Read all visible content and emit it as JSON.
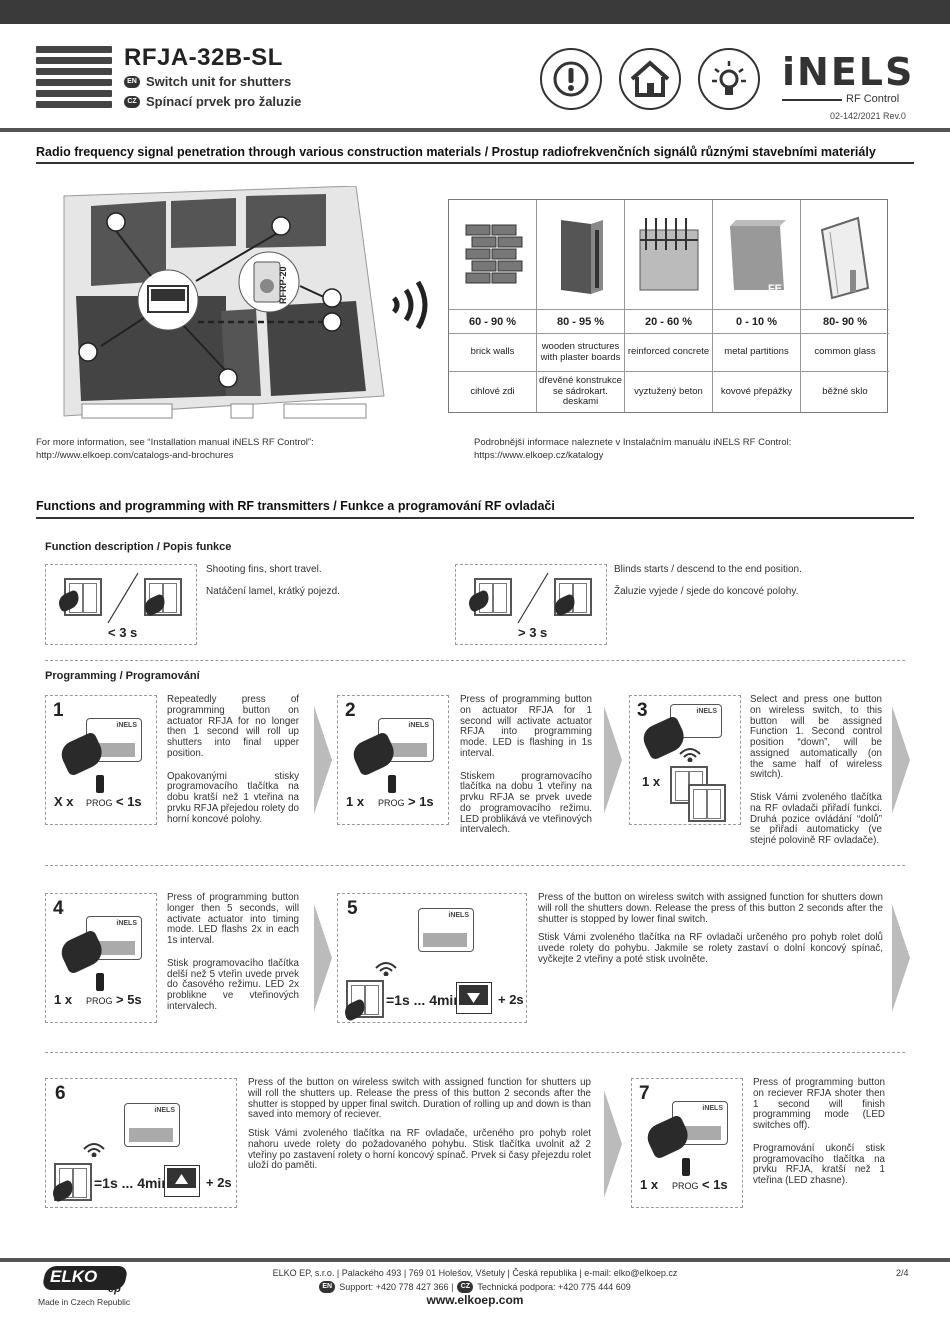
{
  "header": {
    "model": "RFJA-32B-SL",
    "lang_en": "EN",
    "lang_cz": "CZ",
    "subtitle_en": "Switch unit for shutters",
    "subtitle_cz": "Spínací prvek pro žaluzie",
    "brand": "iNELS",
    "brand_sub": "RF Control",
    "doc_ref": "02-142/2021 Rev.0",
    "icons": [
      "warning-icon",
      "home-icon",
      "bulb-icon"
    ]
  },
  "rf_section": {
    "title": "Radio frequency signal penetration through various construction materials / Prostup radiofrekvenčních signálů různými stavebními materiály",
    "repeater_label": "RFRP-20",
    "materials": [
      {
        "pct": "60 - 90 %",
        "en": "brick walls",
        "cz": "cihlové zdi",
        "icon": "brick-icon"
      },
      {
        "pct": "80 - 95 %",
        "en": "wooden structures with plaster boards",
        "cz": "dřevěné konstrukce se sádrokart. deskami",
        "icon": "plasterboard-icon"
      },
      {
        "pct": "20 - 60 %",
        "en": "reinforced concrete",
        "cz": "vyztužený beton",
        "icon": "concrete-icon"
      },
      {
        "pct": "0 - 10 %",
        "en": "metal partitions",
        "cz": "kovové přepážky",
        "icon": "metal-icon",
        "badge": "FE"
      },
      {
        "pct": "80- 90 %",
        "en": "common glass",
        "cz": "běžné sklo",
        "icon": "glass-icon"
      }
    ],
    "info_en_1": "For more information, see “Installation manual iNELS RF Control”:",
    "info_en_2": "http://www.elkoep.com/catalogs-and-brochures",
    "info_cz_1": "Podrobnější informace naleznete v Instalačním manuálu iNELS RF Control:",
    "info_cz_2": "https://www.elkoep.cz/katalogy"
  },
  "functions": {
    "title": "Functions and programming with RF transmitters / Funkce a programování  RF ovladači",
    "desc_title": "Function description / Popis funkce",
    "f1_time": "< 3 s",
    "f1_en": "Shooting fins, short travel.",
    "f1_cz": "Natáčení lamel, krátký pojezd.",
    "f2_time": "> 3 s",
    "f2_en": "Blinds starts / descend to the end position.",
    "f2_cz": "Žaluzie vyjede / sjede do koncové polohy.",
    "prog_title": "Programming / Programování"
  },
  "steps": [
    {
      "num": "1",
      "count": "X x",
      "prog": "PROG",
      "cond": "< 1s",
      "en": "Repeatedly press of programming button on actuator RFJA for no longer then 1 second will roll up shutters into final upper position.",
      "cz": "Opakovanými stisky programovacího tlačítka na dobu kratší než 1 vteřina na prvku RFJA přejedou rolety do horní koncové polohy."
    },
    {
      "num": "2",
      "count": "1 x",
      "prog": "PROG",
      "cond": "> 1s",
      "en": "Press of programming button on actuator RFJA for 1 second will activate actuator RFJA into programming mode. LED is flashing in 1s interval.",
      "cz": "Stiskem programovacího tlačítka na dobu 1 vteřiny na prvku RFJA se prvek uvede do programovacího režimu. LED problikává ve vteřinových intervalech."
    },
    {
      "num": "3",
      "count": "1 x",
      "en": "Select and press one button on wireless switch, to this button will be assigned Function 1. Second control position “down”, will be assigned automatically (on the same half of wireless switch).",
      "cz": "Stisk Vámi zvoleného tlačítka na RF ovladači přiřadí funkci. Druhá pozice ovládání “dolů” se přiřadí automaticky (ve stejné polovině RF ovladače)."
    },
    {
      "num": "4",
      "count": "1 x",
      "prog": "PROG",
      "cond": "> 5s",
      "en": "Press of programming button longer then 5 seconds, will activate actuator into timing mode. LED flashs 2x in each 1s interval.",
      "cz": "Stisk programovacího tlačítka delší než 5 vteřin uvede prvek do časového režimu. LED 2x problikne ve vteřinových intervalech."
    },
    {
      "num": "5",
      "timing": "=1s ... 4min.",
      "plus": "+ 2s",
      "en": "Press of the button on wireless switch with assigned function for shutters down will roll the shutters down. Release the press of this button 2 seconds after the shutter is stopped by lower final switch.",
      "cz": "Stisk Vámi zvoleného tlačítka na RF ovladači určeného pro pohyb rolet dolů uvede rolety do pohybu. Jakmile se rolety zastaví o dolní koncový spínač, vyčkejte 2 vteřiny a poté stisk uvolněte."
    },
    {
      "num": "6",
      "timing": "=1s ... 4min.",
      "plus": "+ 2s",
      "en": "Press of the button on wireless switch with assigned function for shutters up will roll the shutters up. Release the press of this button 2 seconds after the shutter is stopped by upper final switch. Duration of rolling up and down is than saved into memory of reciever.",
      "cz": "Stisk Vámi zvoleného tlačítka na RF ovladače, určeného pro pohyb rolet nahoru uvede rolety do požadovaného pohybu. Stisk tlačítka uvolnit až 2 vteřiny po zastavení rolety o horní koncový spínač. Prvek si časy přejezdu rolet uloží do paměti."
    },
    {
      "num": "7",
      "count": "1 x",
      "prog": "PROG",
      "cond": "< 1s",
      "en": "Press of programming button on reciever RFJA shoter then 1 second will finish programming mode (LED switches off).",
      "cz": "Programování ukončí stisk programovacího tlačítka na prvku RFJA, kratší než 1 vteřina (LED zhasne)."
    }
  ],
  "relay_label": "iNELS",
  "footer": {
    "company": "ELKO EP, s.r.o. | Palackého 493 | 769 01 Holešov, Všetuly | Česká republika | e-mail: elko@elkoep.cz",
    "support_en_tag": "EN",
    "support_en": "Support: +420 778 427 366 |",
    "support_cz_tag": "CZ",
    "support_cz": "Technická podpora: +420 775 444 609",
    "web": "www.elkoep.com",
    "page": "2/4",
    "logo": "ELKO",
    "logo_ep": "ep",
    "made_in": "Made in Czech Republic"
  }
}
